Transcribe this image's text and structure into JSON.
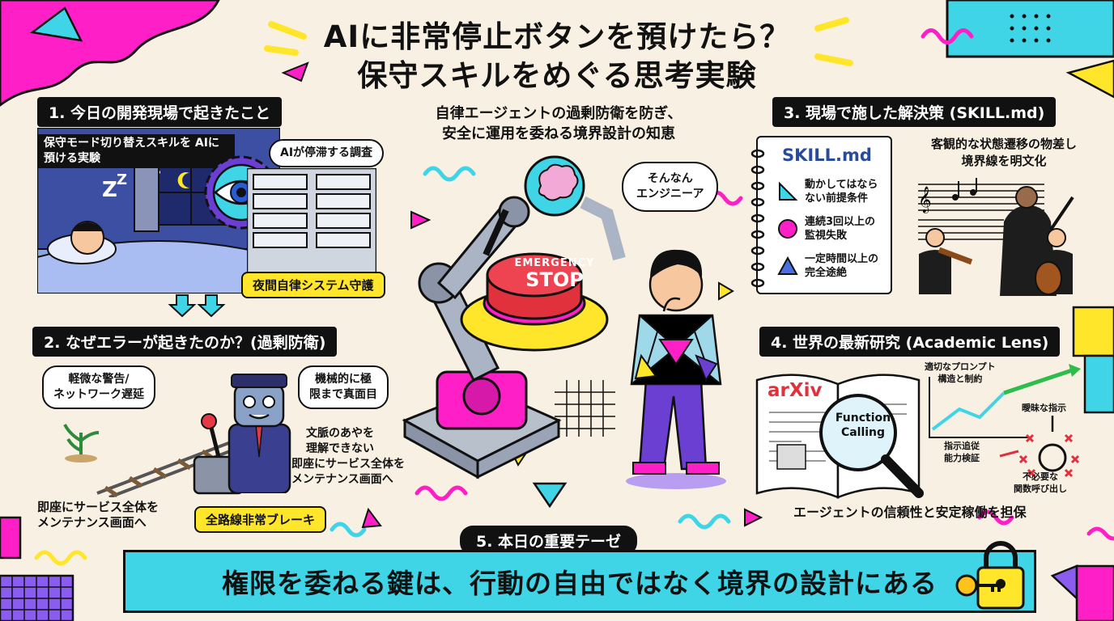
{
  "title": {
    "line1": "AIに非常停止ボタンを預けたら？",
    "line2": "保守スキルをめぐる思考実験"
  },
  "colors": {
    "background": "#f8f1e3",
    "cyan": "#3fd4e6",
    "magenta": "#ff1fc6",
    "yellow": "#ffe62b",
    "purple": "#6a3fd1",
    "ink": "#111111"
  },
  "section1": {
    "header": "1. 今日の開発現場で起きたこと",
    "caption": "保守モード切り替えスキルを AIに預ける実験",
    "bubble": "AIが停滞する調査",
    "label": "夜間自律システム守護"
  },
  "center": {
    "subtitle_line1": "自律エージェントの過剰防衛を防ぎ、",
    "subtitle_line2": "安全に運用を委ねる境界設計の知恵",
    "button_line1": "EMERGENCY",
    "button_line2": "STOP",
    "bubble_line1": "そんなん",
    "bubble_line2": "エンジニーア"
  },
  "section2": {
    "header": "2. なぜエラーが起きたのか？(過剰防衛)",
    "bubble_left_line1": "軽微な警告/",
    "bubble_left_line2": "ネットワーク遅延",
    "bubble_right_line1": "機械的に極",
    "bubble_right_line2": "限まで真面目",
    "text_line1": "文脈のあやを",
    "text_line2": "理解できない",
    "text_line3": "即座にサービス全体を",
    "text_line4": "メンテナンス画面へ",
    "bottom_line1": "即座にサービス全体を",
    "bottom_line2": "メンテナンス画面へ",
    "label": "全路線非常ブレーキ"
  },
  "section3": {
    "header": "3. 現場で施した解決策 (SKILL.md)",
    "notebook_title": "SKILL.md",
    "items": [
      {
        "shape": "triangle-icon",
        "line1": "動かしてはなら",
        "line2": "ない前提条件"
      },
      {
        "shape": "circle-icon",
        "line1": "連続3回以上の",
        "line2": "監視失敗"
      },
      {
        "shape": "triangle-up-icon",
        "line1": "一定時間以上の",
        "line2": "完全途絶"
      }
    ],
    "caption_line1": "客観的な状態遷移の物差し",
    "caption_line2": "境界線を明文化"
  },
  "section4": {
    "header": "4. 世界の最新研究 (Academic Lens)",
    "book_label": "arXiv",
    "lens_line1": "Function",
    "lens_line2": "Calling",
    "note1_line1": "適切なプロンプト",
    "note1_line2": "構造と制約",
    "note2": "曖昧な指示",
    "note3_line1": "指示追従",
    "note3_line2": "能力検証",
    "note4_line1": "不必要な",
    "note4_line2": "関数呼び出し",
    "footer": "エージェントの信頼性と安定稼働を担保"
  },
  "section5": {
    "header": "5. 本日の重要テーゼ",
    "thesis": "権限を委ねる鍵は、行動の自由ではなく境界の設計にある"
  }
}
